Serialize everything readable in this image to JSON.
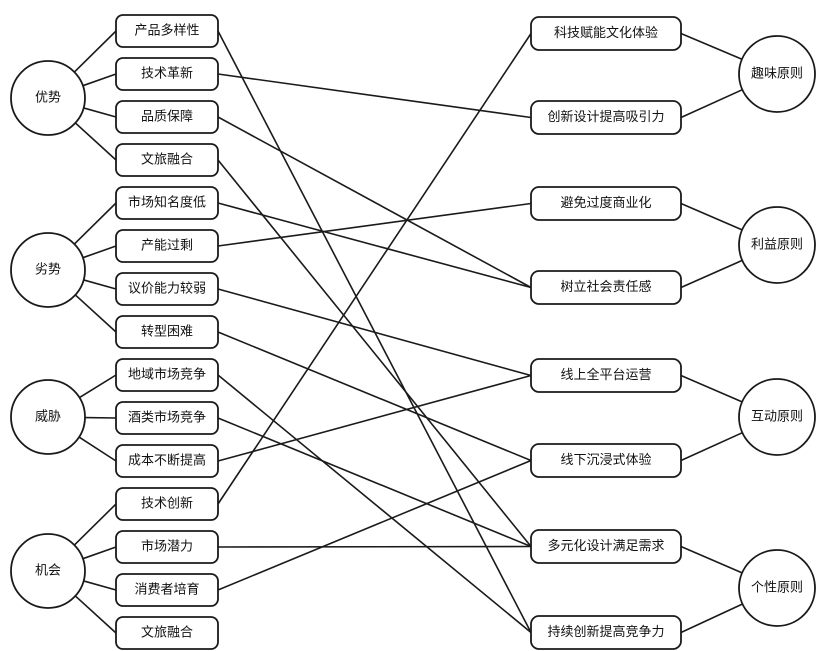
{
  "left_groups": [
    {
      "label": "优势",
      "items": [
        "产品多样性",
        "技术革新",
        "品质保障",
        "文旅融合"
      ]
    },
    {
      "label": "劣势",
      "items": [
        "市场知名度低",
        "产能过剩",
        "议价能力较弱",
        "转型困难"
      ]
    },
    {
      "label": "威胁",
      "items": [
        "地域市场竞争",
        "酒类市场竞争",
        "成本不断提高"
      ]
    },
    {
      "label": "机会",
      "items": [
        "技术创新",
        "市场潜力",
        "消费者培育",
        "文旅融合"
      ]
    }
  ],
  "right_groups": [
    {
      "label": "趣味原则",
      "items": [
        "科技赋能文化体验",
        "创新设计提高吸引力"
      ]
    },
    {
      "label": "利益原则",
      "items": [
        "避免过度商业化",
        "树立社会责任感"
      ]
    },
    {
      "label": "互动原则",
      "items": [
        "线上全平台运营",
        "线下沉浸式体验"
      ]
    },
    {
      "label": "个性原则",
      "items": [
        "多元化设计满足需求",
        "持续创新提高竞争力"
      ]
    }
  ]
}
